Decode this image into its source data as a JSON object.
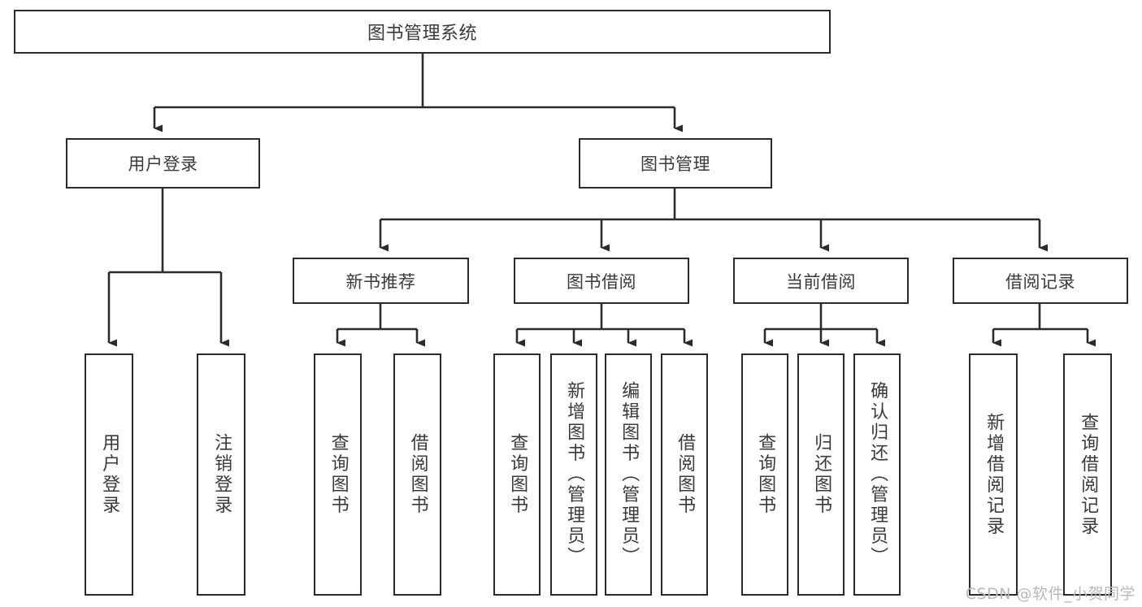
{
  "diagram": {
    "title": "图书管理系统",
    "orientation": "top-down-tree",
    "colors": {
      "box_border": "#2b2b2b",
      "box_fill": "#ffffff",
      "connector": "#2b2b2b",
      "text": "#3a3a3a",
      "watermark": "#b9b9b9",
      "background": "#ffffff"
    },
    "root": {
      "label": "图书管理系统"
    },
    "level2": [
      {
        "label": "用户登录"
      },
      {
        "label": "图书管理"
      }
    ],
    "level3": [
      {
        "label": "新书推荐"
      },
      {
        "label": "图书借阅"
      },
      {
        "label": "当前借阅"
      },
      {
        "label": "借阅记录"
      }
    ],
    "leaves": {
      "user_login": [
        {
          "label": "用户登录"
        },
        {
          "label": "注销登录"
        }
      ],
      "new_book_recommend": [
        {
          "label": "查询图书"
        },
        {
          "label": "借阅图书"
        }
      ],
      "book_borrow": [
        {
          "label": "查询图书"
        },
        {
          "label": "新增图书（管理员）"
        },
        {
          "label": "编辑图书（管理员）"
        },
        {
          "label": "借阅图书"
        }
      ],
      "current_borrow": [
        {
          "label": "查询图书"
        },
        {
          "label": "归还图书"
        },
        {
          "label": "确认归还（管理员）"
        }
      ],
      "borrow_record": [
        {
          "label": "新增借阅记录"
        },
        {
          "label": "查询借阅记录"
        }
      ]
    }
  },
  "watermark": {
    "text": "CSDN @软件_小贺同学"
  }
}
